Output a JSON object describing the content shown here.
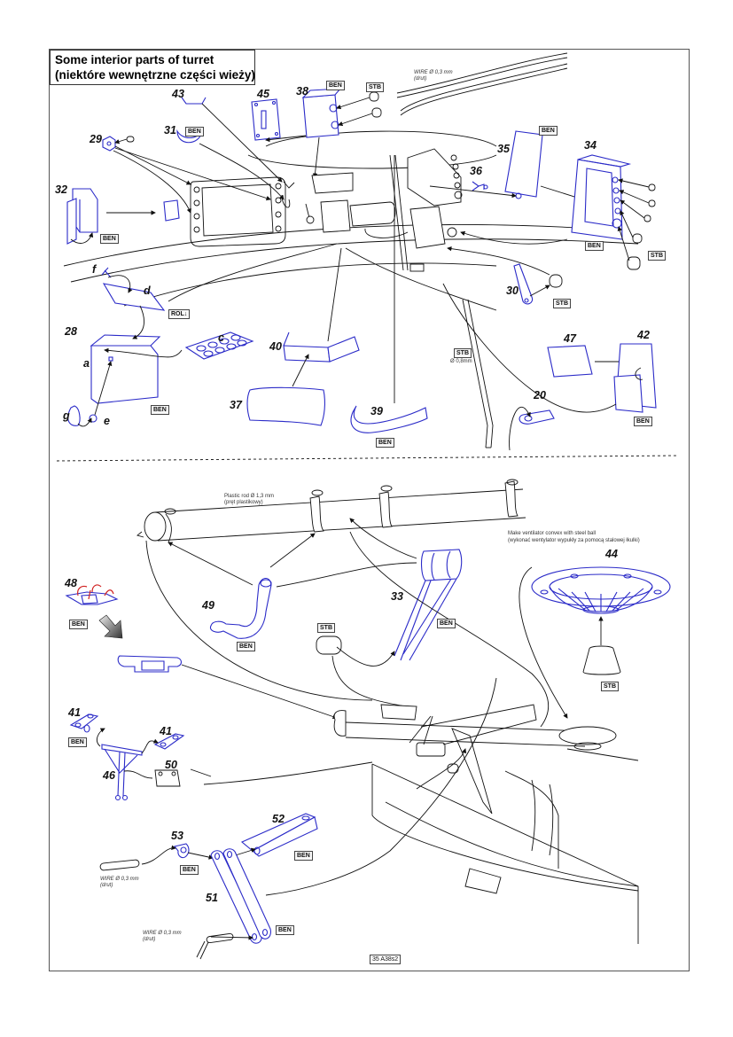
{
  "title": {
    "line1": "Some interior parts of turret",
    "line2": "(niektóre wewnętrzne części wieży)"
  },
  "part_numbers": {
    "p43": "43",
    "p45": "45",
    "p38": "38",
    "p29": "29",
    "p31": "31",
    "p32": "32",
    "p35": "35",
    "p34": "34",
    "p36": "36",
    "p30": "30",
    "p28": "28",
    "p40": "40",
    "p37": "37",
    "p39": "39",
    "p20": "20",
    "p47": "47",
    "p42": "42",
    "p48": "48",
    "p49": "49",
    "p33": "33",
    "p44": "44",
    "p41a": "41",
    "p41b": "41",
    "p46": "46",
    "p50": "50",
    "p53": "53",
    "p52": "52",
    "p51": "51"
  },
  "sub_labels": {
    "f": "f",
    "d": "d",
    "c": "c",
    "a": "a",
    "g": "g",
    "e": "e"
  },
  "material_tags": {
    "ben": "BEN",
    "stb": "STB",
    "rol": "ROL"
  },
  "notes": {
    "wire_top": "WIRE Ø 0,3 mm",
    "wire_top_pl": "(drut)",
    "stb_wire": "Ø 0,8mm",
    "plastic_rod": "Plastic rod Ø 1,3 mm",
    "plastic_rod_pl": "(pręt plastikowy)",
    "ventilator": "Make ventilator convex with steel ball",
    "ventilator_pl": "(wykonać wentylator wypukły za pomocą stalowej łkulki)",
    "wire_53": "WIRE Ø 0,3 mm",
    "wire_53_pl": "(drut)",
    "wire_51": "WIRE Ø 0,3 mm",
    "wire_51_pl": "(drut)"
  },
  "sheet_code": "35 A38s2",
  "colors": {
    "etched_part": "#2b2bc8",
    "bend_arrow": "#d02020",
    "line_art": "#111111"
  }
}
